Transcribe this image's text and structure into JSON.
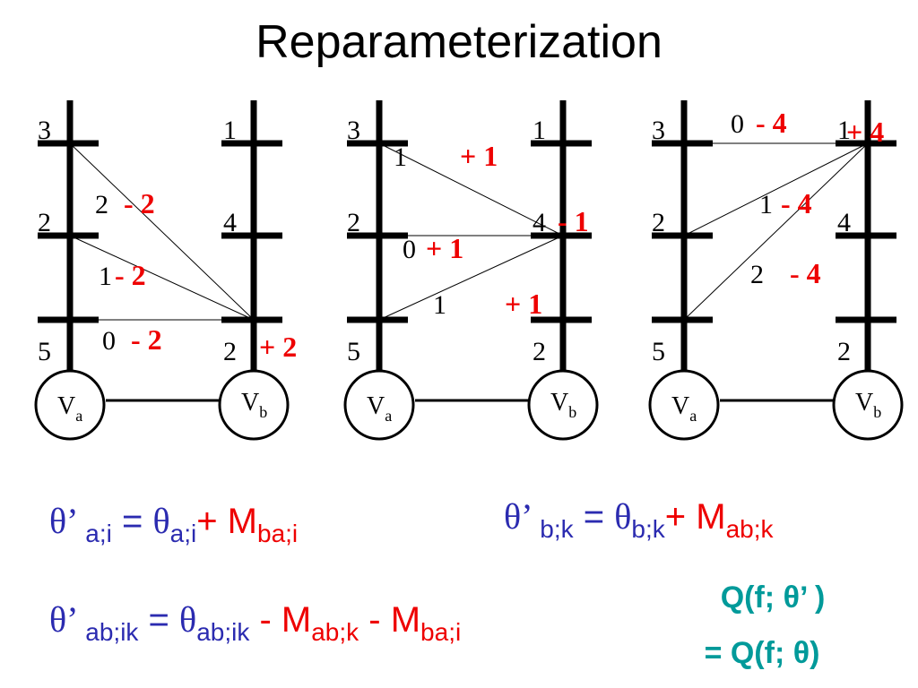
{
  "title": "Reparameterization",
  "colors": {
    "black": "#000000",
    "red": "#ee0000",
    "blue": "#2b2bb0",
    "teal": "#009a9a"
  },
  "panels": [
    {
      "a_labels": [
        "3",
        "2",
        "5"
      ],
      "b_labels": [
        "1",
        "4",
        "2"
      ],
      "a_deltas": [
        "",
        "",
        ""
      ],
      "b_deltas": [
        "",
        "",
        "+ 2"
      ],
      "edge_labels": [
        "2",
        "1",
        "0"
      ],
      "edge_deltas": [
        "- 2",
        "- 2",
        "- 2"
      ],
      "node_a": "V",
      "node_a_sub": "a",
      "node_b": "V",
      "node_b_sub": "b"
    },
    {
      "a_labels": [
        "3",
        "2",
        "5"
      ],
      "b_labels": [
        "1",
        "4",
        "2"
      ],
      "a_deltas": [
        "",
        "",
        ""
      ],
      "b_deltas": [
        "",
        "- 1",
        ""
      ],
      "edge_labels": [
        "1",
        "0",
        "1"
      ],
      "edge_deltas": [
        "+ 1",
        "+ 1",
        "+ 1"
      ],
      "node_a": "V",
      "node_a_sub": "a",
      "node_b": "V",
      "node_b_sub": "b"
    },
    {
      "a_labels": [
        "3",
        "2",
        "5"
      ],
      "b_labels": [
        "1",
        "4",
        "2"
      ],
      "a_deltas": [
        "",
        "",
        ""
      ],
      "b_deltas": [
        "+ 4",
        "",
        ""
      ],
      "edge_labels": [
        "0",
        "1",
        "2"
      ],
      "edge_deltas": [
        "- 4",
        "- 4",
        "- 4"
      ],
      "node_a": "V",
      "node_a_sub": "a",
      "node_b": "V",
      "node_b_sub": "b"
    }
  ],
  "equations": {
    "theta": "θ",
    "prime": "’",
    "eq1": {
      "lhs_sub": " a;i",
      "equals": " = ",
      "rhs_sub": "a;i",
      "plus": "+ M",
      "m_sub": "ba;i"
    },
    "eq2": {
      "lhs_sub": " b;k",
      "equals": " = ",
      "rhs_sub": "b;k",
      "plus": "+ M",
      "m_sub": "ab;k"
    },
    "eq3": {
      "lhs_sub": " ab;ik",
      "equals": " = ",
      "rhs_sub": "ab;ik",
      "minus1": " - M",
      "m1_sub": "ab;k",
      "minus2": " - M",
      "m2_sub": "ba;i"
    }
  },
  "q_note": {
    "line1": "Q(f; θ’ )",
    "line2": "= Q(f; θ)"
  }
}
